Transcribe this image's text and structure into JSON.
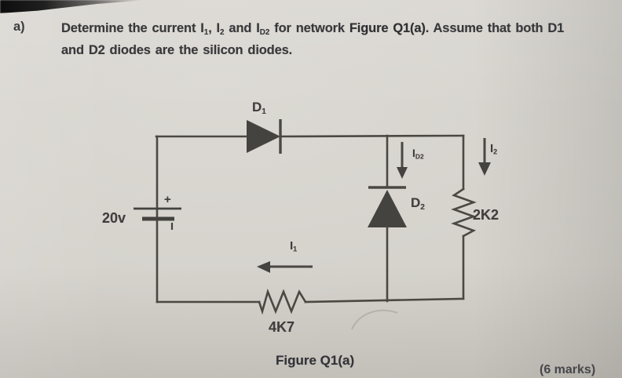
{
  "question": {
    "item_label": "a)",
    "line1": {
      "t1": "Determine the current I",
      "s1": "1",
      "t2": ", I",
      "s2": "2",
      "t3": " and I",
      "s3": "D2",
      "t4": " for network ",
      "t5": "Figure Q1(a)",
      "t6": ". Assume that both D1"
    },
    "line2": "and D2 diodes are the silicon diodes."
  },
  "circuit": {
    "source": {
      "value": "20v",
      "plus": "+"
    },
    "d1": {
      "base": "D",
      "sub": "1"
    },
    "d2": {
      "base": "D",
      "sub": "2"
    },
    "i1": {
      "base": "I",
      "sub": "1"
    },
    "i2": {
      "base": "I",
      "sub": "2"
    },
    "id2": {
      "base": "I",
      "sub": "D2"
    },
    "r_right": "2K2",
    "r_bottom": "4K7"
  },
  "figure": {
    "caption": "Figure Q1(a)",
    "marks": "(6 marks)"
  },
  "colors": {
    "paper": "#d5d2cc",
    "ink_text": "#39383b",
    "ink_line": "#4b4843",
    "photo_edge": "#0d0d0d"
  }
}
